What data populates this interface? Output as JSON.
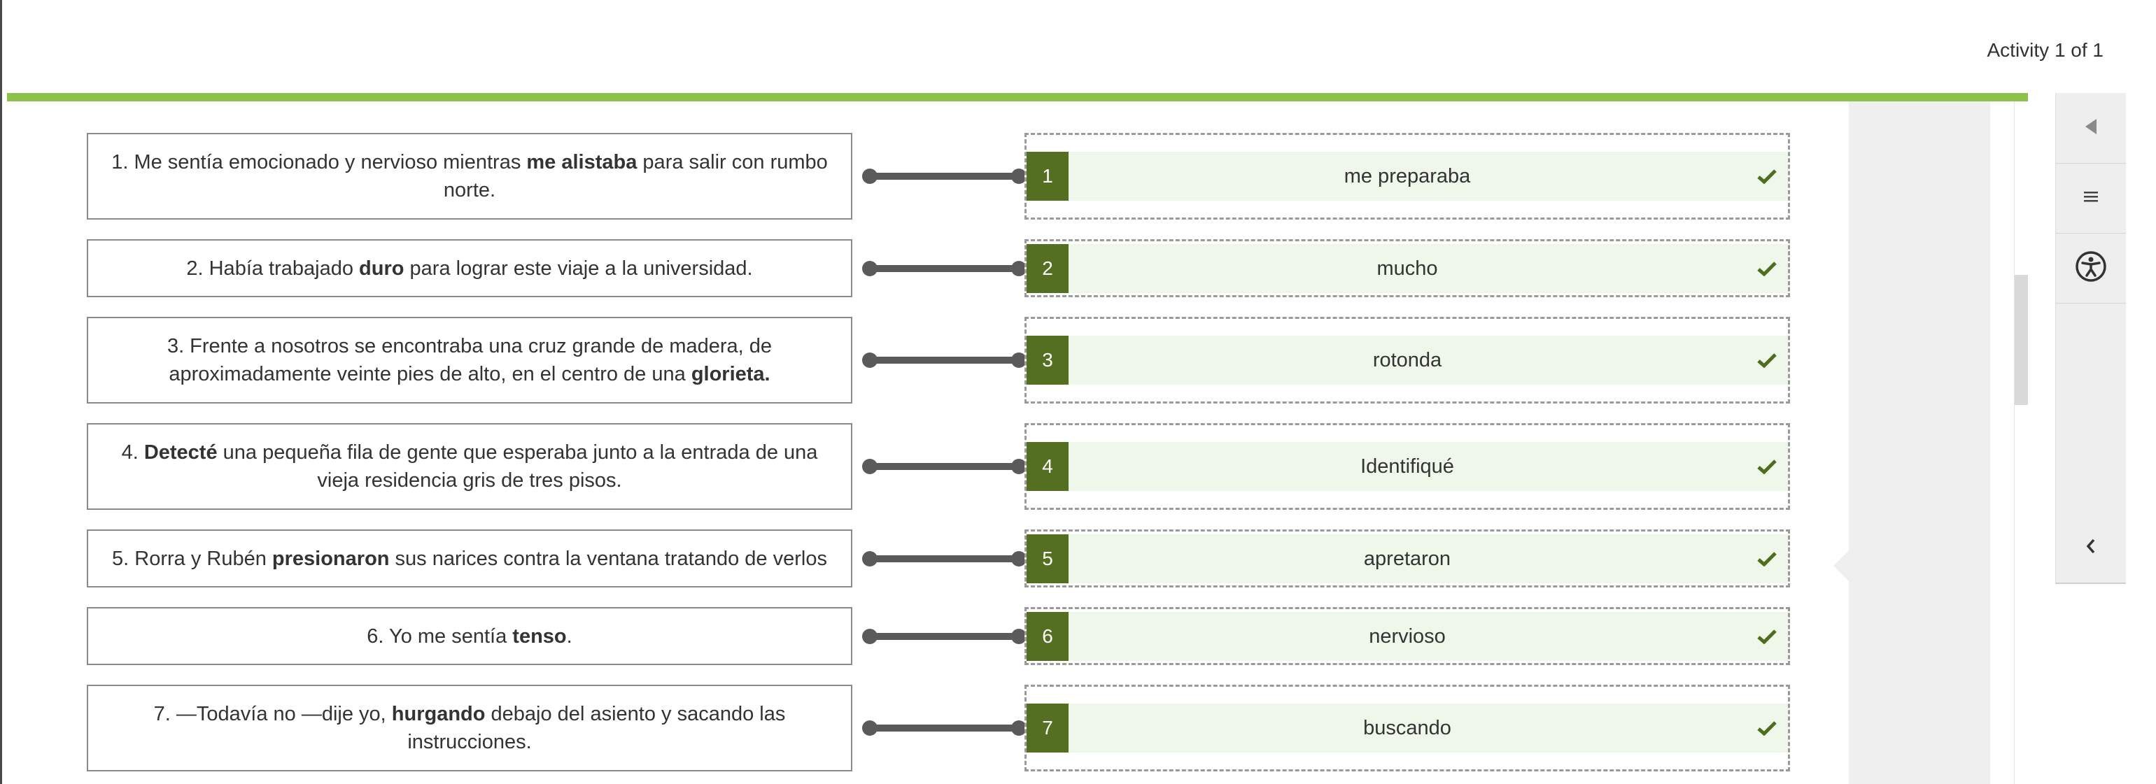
{
  "header": {
    "activity_counter": "Activity 1 of 1"
  },
  "rows": [
    {
      "prompt_pre": "1. Me sentía emocionado y nervioso mientras ",
      "prompt_bold": "me alistaba",
      "prompt_post": " para salir con rumbo norte.",
      "number": "1",
      "answer": "me preparaba",
      "status": "correct"
    },
    {
      "prompt_pre": "2. Había trabajado ",
      "prompt_bold": "duro",
      "prompt_post": " para lograr este viaje a la universidad.",
      "number": "2",
      "answer": "mucho",
      "status": "correct"
    },
    {
      "prompt_pre": "3. Frente a nosotros se encontraba una cruz grande de madera, de aproximadamente veinte pies de alto, en el centro de una ",
      "prompt_bold": "glorieta.",
      "prompt_post": "",
      "number": "3",
      "answer": "rotonda",
      "status": "correct"
    },
    {
      "prompt_pre": "4. ",
      "prompt_bold": "Detecté",
      "prompt_post": " una pequeña fila de gente que esperaba junto a la entrada de una vieja residencia gris de tres pisos.",
      "number": "4",
      "answer": "Identifiqué",
      "status": "correct"
    },
    {
      "prompt_pre": "5. Rorra y Rubén ",
      "prompt_bold": "presionaron",
      "prompt_post": " sus narices contra la ventana tratando de verlos",
      "number": "5",
      "answer": "apretaron",
      "status": "correct"
    },
    {
      "prompt_pre": "6. Yo me sentía ",
      "prompt_bold": "tenso",
      "prompt_post": ".",
      "number": "6",
      "answer": "nervioso",
      "status": "correct"
    },
    {
      "prompt_pre": "7. —Todavía no —dije yo, ",
      "prompt_bold": "hurgando",
      "prompt_post": " debajo del asiento y sacando las instrucciones.",
      "number": "7",
      "answer": "buscando",
      "status": "correct"
    }
  ],
  "sidebar": {
    "tools": [
      {
        "icon": "triangle-left-icon"
      },
      {
        "icon": "menu-icon"
      },
      {
        "icon": "accessibility-icon"
      },
      {
        "icon": "chevron-left-icon"
      }
    ]
  },
  "colors": {
    "progress": "#8bc34a",
    "badge": "#546f1f",
    "chip_bg": "#eef7ea",
    "check": "#4e6e1e",
    "connector": "#5a5a5a"
  }
}
